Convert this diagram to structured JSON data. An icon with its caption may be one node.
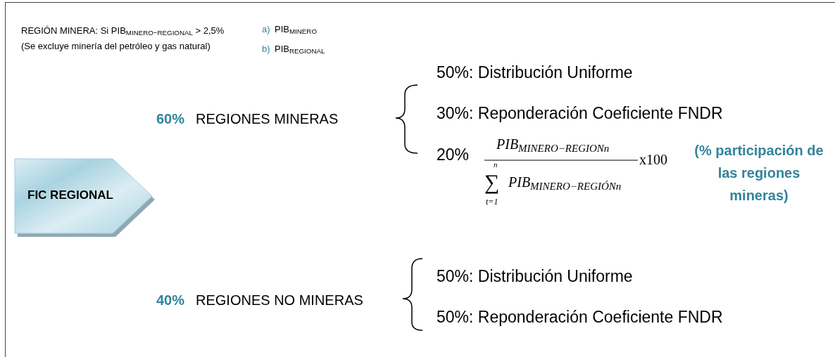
{
  "diagram": {
    "nodes": [
      {
        "text": [
          "FIC REGIONAL"
        ]
      }
    ],
    "labels": [
      "REGIÓN MINERA: Si PIB$_{MINERO−REGIONAL}$ > 2,5%",
      "(Se excluye minería del petróleo y gas natural)",
      "a)",
      "PIB$_{MINERO}$",
      "b)",
      "PIB$_{REGIONAL}$",
      "50%: Distribución Uniforme",
      "60%",
      "REGIONES MINERAS",
      "30%: Reponderación Coeficiente FNDR",
      "20%",
      "PIB$_{MINERO−REGION}$$_{n}$",
      "x100",
      "(% participación de las regiones mineras)",
      "n",
      "∑",
      "PIB$_{MINERO−REGIÓN}$$_{n}$",
      "t=1",
      "50%: Distribución Uniforme",
      "40%",
      "REGIONES NO MINERAS",
      "50%: Reponderación Coeficiente FNDR"
    ]
  }
}
